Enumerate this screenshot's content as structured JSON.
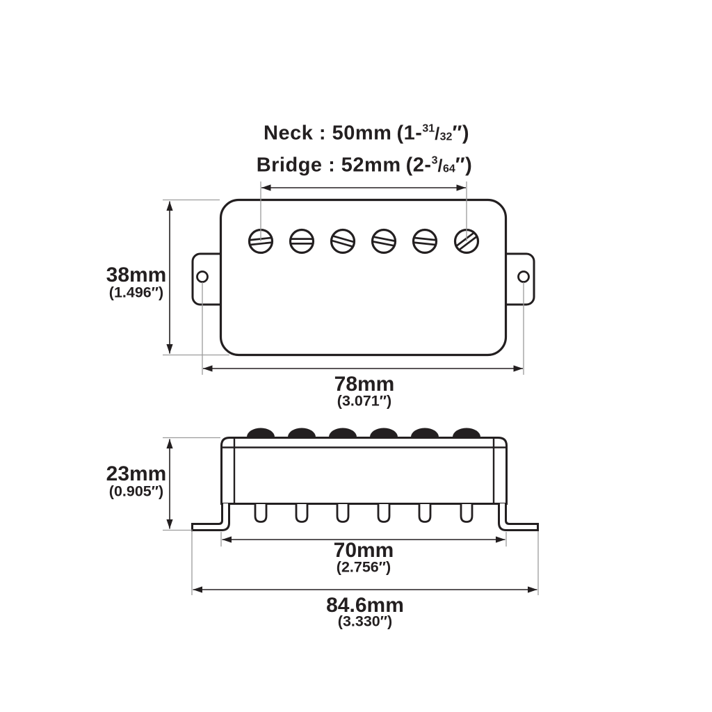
{
  "labels": {
    "neck": {
      "main": "Neck : 50mm",
      "frac_open": "(1-",
      "frac_num": "31",
      "frac_slash": "/",
      "frac_den": "32",
      "frac_close": "″)"
    },
    "bridge": {
      "main": "Bridge : 52mm",
      "frac_open": "(2-",
      "frac_num": "3",
      "frac_slash": "/",
      "frac_den": "64",
      "frac_close": "″)"
    }
  },
  "dimensions": {
    "top_height": {
      "mm": "38mm",
      "inch": "(1.496″)"
    },
    "top_width": {
      "mm": "78mm",
      "inch": "(3.071″)"
    },
    "side_height": {
      "mm": "23mm",
      "inch": "(0.905″)"
    },
    "side_inner_width": {
      "mm": "70mm",
      "inch": "(2.756″)"
    },
    "side_full_width": {
      "mm": "84.6mm",
      "inch": "(3.330″)"
    }
  },
  "colors": {
    "line": "#231f20",
    "extension_line": "#9c9c9c",
    "background": "#ffffff",
    "fill": "#ffffff"
  }
}
